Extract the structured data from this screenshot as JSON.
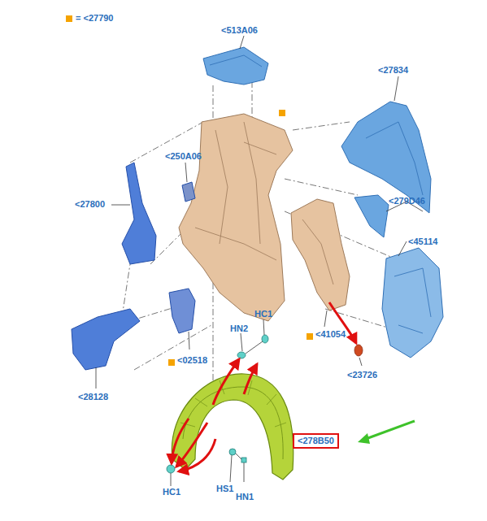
{
  "diagram": {
    "nodes": [
      {
        "text": [
          "<278B50"
        ]
      }
    ],
    "labels": [
      "<513A06",
      "<27834",
      "<250A06",
      "<27800",
      "<279D46",
      "<45114",
      "<41054",
      "<02518",
      "<28128",
      "<23726",
      "HC1",
      "HN2",
      "HC1",
      "HS1",
      "HN1"
    ],
    "legend": [
      {
        "text": "= <27790",
        "color": "#f5a300"
      }
    ]
  }
}
